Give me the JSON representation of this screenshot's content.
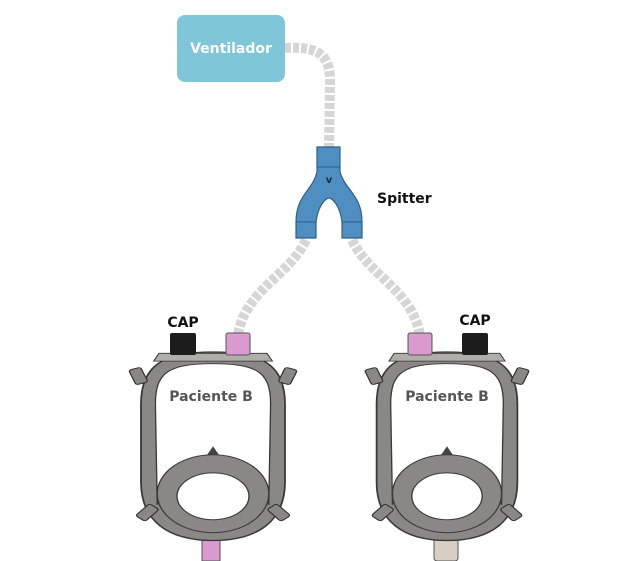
{
  "ventilator": {
    "label": "Ventilador",
    "color": "#7fc6d8"
  },
  "splitter": {
    "label": "Spitter",
    "mark": "v",
    "color": "#4f8ec0"
  },
  "masks": [
    {
      "label": "Paciente B",
      "cap_label": "CAP"
    },
    {
      "label": "Paciente B",
      "cap_label": "CAP"
    }
  ],
  "colors": {
    "tube": "#d6d6d6",
    "mask": "#8a8885",
    "port_pink": "#d99ad0",
    "cap": "#1c1c1c"
  }
}
